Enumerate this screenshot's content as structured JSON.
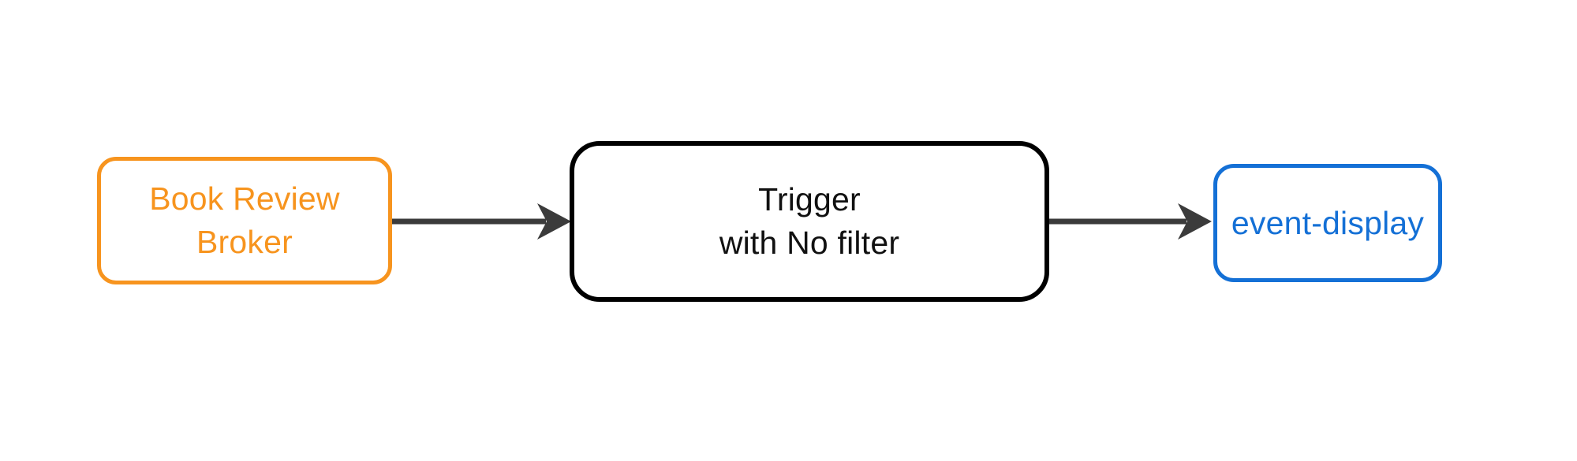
{
  "nodes": {
    "broker": {
      "lines": [
        "Book Review",
        "Broker"
      ],
      "border_color": "#F7941E",
      "text_color": "#F7941E"
    },
    "trigger": {
      "lines": [
        "Trigger",
        "with No filter"
      ],
      "border_color": "#000000",
      "text_color": "#111111"
    },
    "event_display": {
      "lines": [
        "event-display"
      ],
      "border_color": "#1470D6",
      "text_color": "#1470D6"
    }
  },
  "edges": [
    {
      "from": "broker",
      "to": "trigger"
    },
    {
      "from": "trigger",
      "to": "event_display"
    }
  ],
  "colors": {
    "background": "#FFFFFF",
    "connector": "#3B3B3B"
  }
}
